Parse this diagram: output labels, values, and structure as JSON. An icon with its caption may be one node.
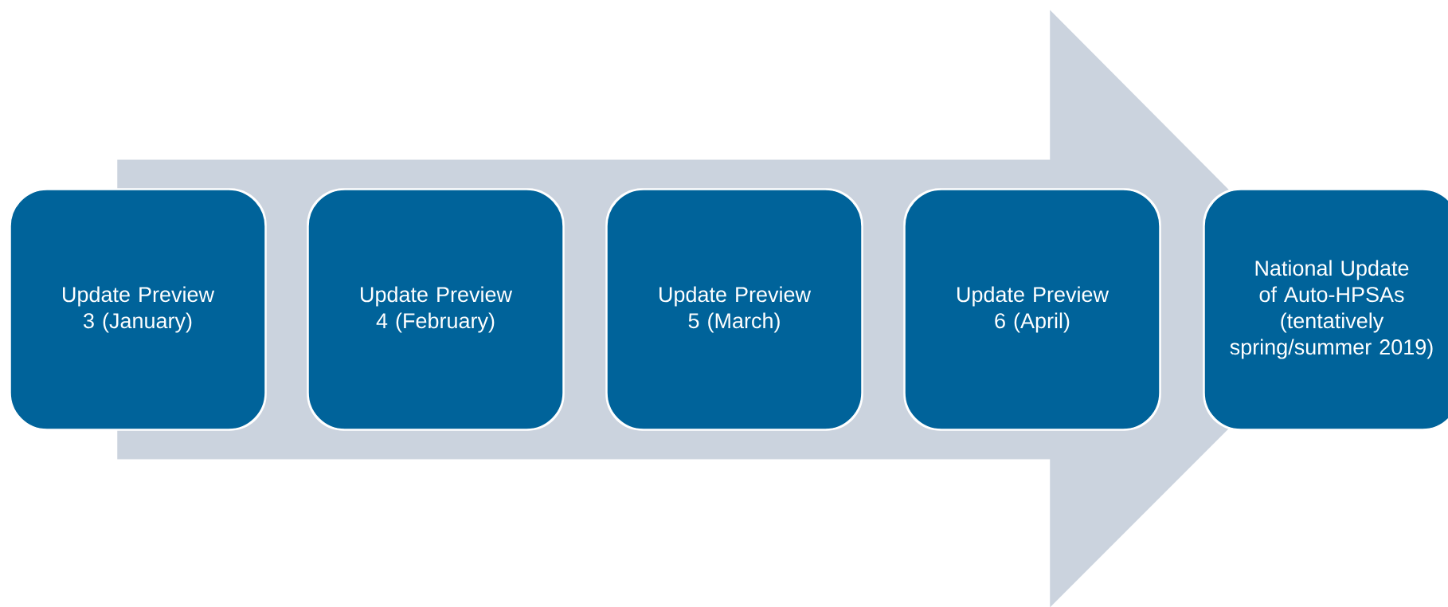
{
  "diagram": {
    "nodes": [
      {
        "text": [
          "Update Preview 3 (January)"
        ]
      },
      {
        "text": [
          "Update Preview 4 (February)"
        ]
      },
      {
        "text": [
          "Update Preview 5 (March)"
        ]
      },
      {
        "text": [
          "Update Preview 6 (April)"
        ]
      },
      {
        "text": [
          "National Update of Auto-HPSAs (tentatively spring/summer 2019)"
        ]
      }
    ],
    "edges": [
      {
        "from": 0,
        "to": 4,
        "arrow": "to"
      }
    ]
  }
}
